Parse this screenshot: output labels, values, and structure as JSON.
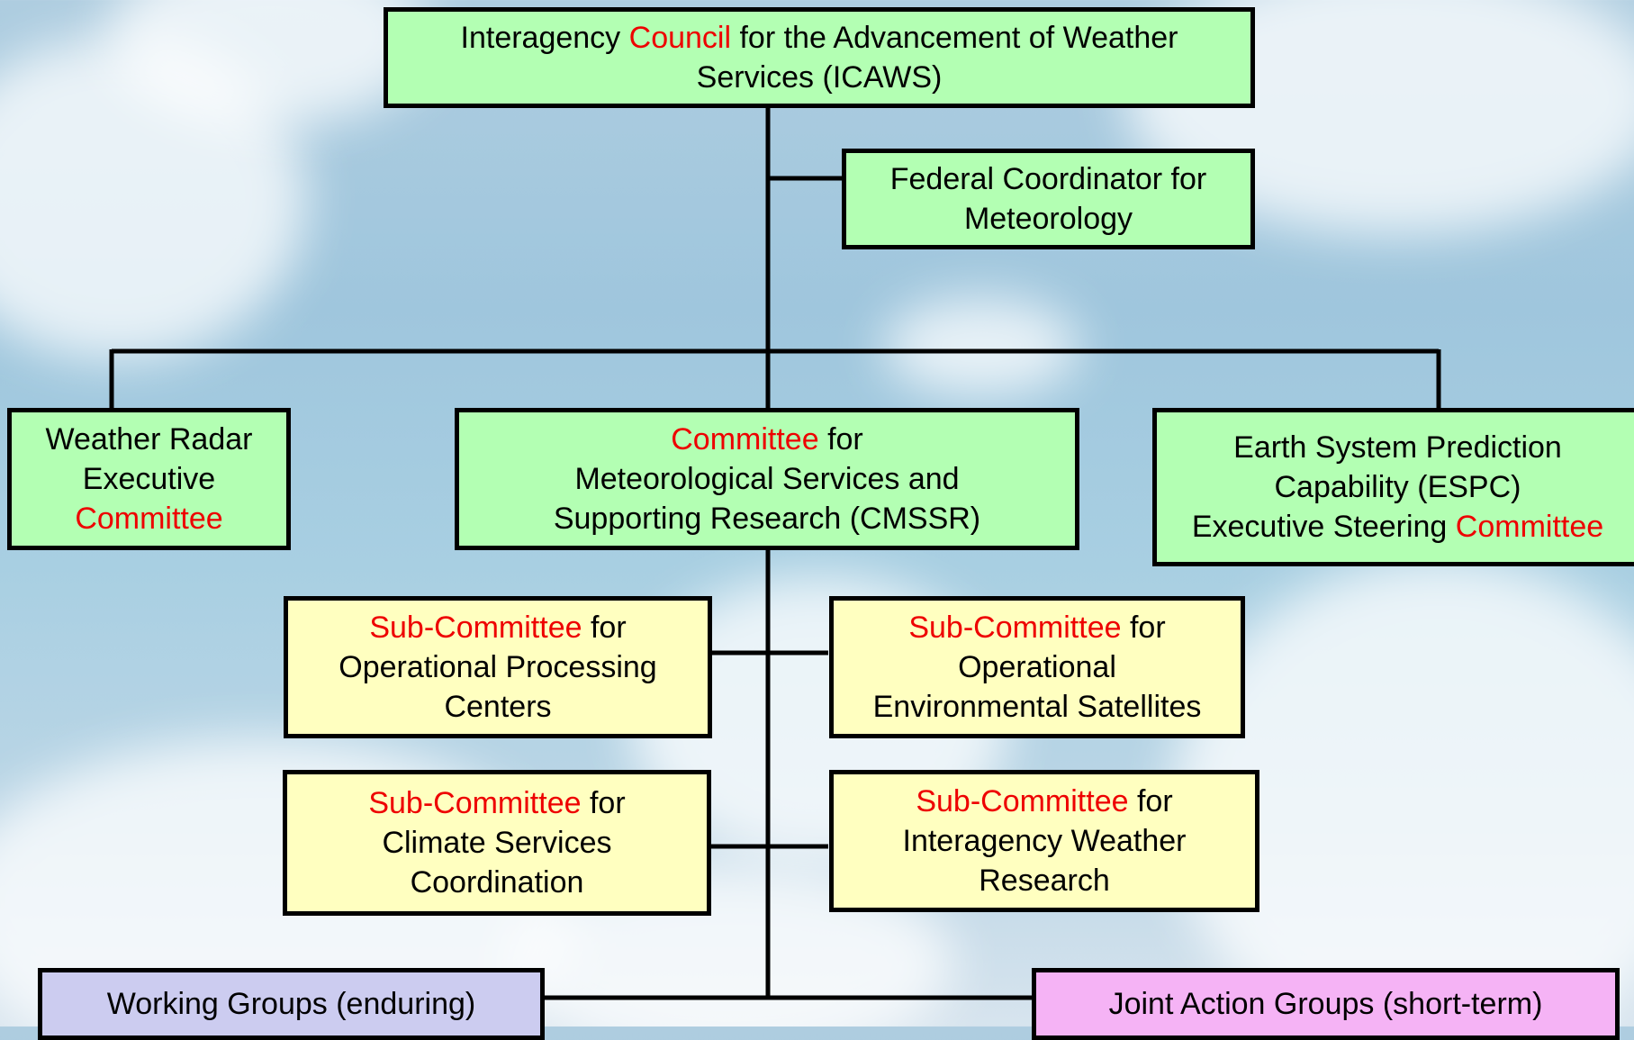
{
  "colors": {
    "top_box": "#b3ffb3",
    "subcommittee_box": "#ffffc0",
    "working_groups_box": "#ccccf0",
    "joint_action_box": "#f5b3f5",
    "highlight_text": "#ee0000"
  },
  "icaws": {
    "pre": "Interagency ",
    "hl": "Council",
    "post": " for the Advancement of Weather",
    "line2": "Services (ICAWS)"
  },
  "federal_coordinator": {
    "line1": "Federal Coordinator for",
    "line2": "Meteorology"
  },
  "radar": {
    "line1": "Weather Radar",
    "line2": "Executive",
    "hl": "Committee"
  },
  "cmssr": {
    "hl": "Committee",
    "post": " for",
    "line2": "Meteorological Services and",
    "line3": "Supporting Research (CMSSR)"
  },
  "espc": {
    "line1": "Earth System Prediction",
    "line2": "Capability (ESPC)",
    "line3_pre": "Executive Steering ",
    "hl": "Committee"
  },
  "sub_opc": {
    "hl": "Sub-Committee",
    "post": " for",
    "line2": "Operational Processing",
    "line3": "Centers"
  },
  "sub_oes": {
    "hl": "Sub-Committee",
    "post": " for",
    "line2": "Operational",
    "line3": "Environmental Satellites"
  },
  "sub_csc": {
    "hl": "Sub-Committee",
    "post": " for",
    "line2": "Climate Services",
    "line3": "Coordination"
  },
  "sub_iwr": {
    "hl": "Sub-Committee",
    "post": " for",
    "line2": "Interagency Weather",
    "line3": "Research"
  },
  "working_groups": {
    "label": "Working Groups (enduring)"
  },
  "joint_action": {
    "label": "Joint Action Groups (short-term)"
  }
}
